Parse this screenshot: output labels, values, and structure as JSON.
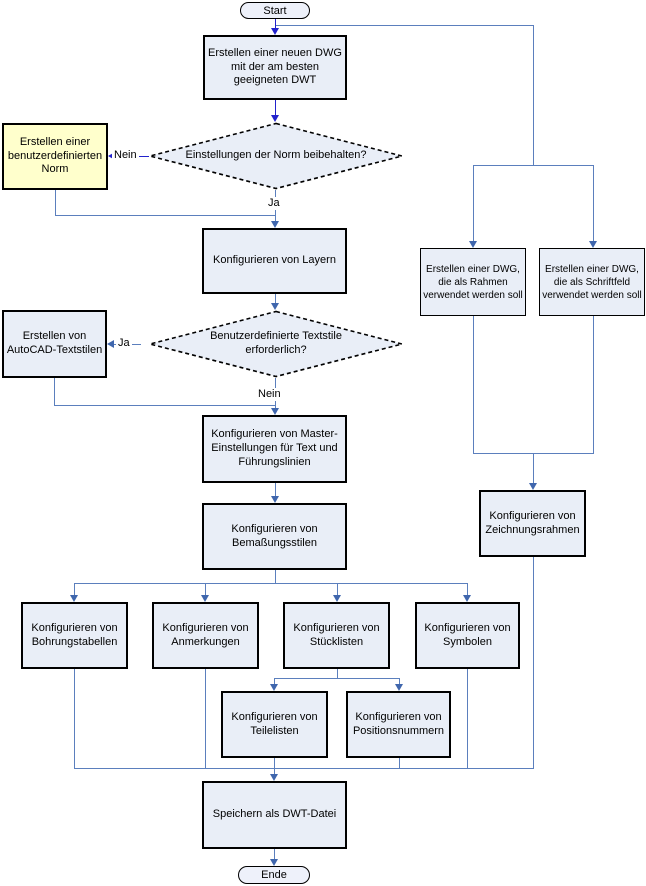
{
  "colors": {
    "node_fill": "#e9eef7",
    "node_border": "#000000",
    "highlight_fill": "#ffffcc",
    "connector_blue": "#5b7fbd",
    "connector_accent_blue": "#2222cc"
  },
  "nodes": {
    "start": {
      "label": "Start"
    },
    "new_dwg": {
      "label": "Erstellen einer neuen DWG mit der am besten geeigneten DWT"
    },
    "norm_decision": {
      "label": "Einstellungen der Norm beibehalten?"
    },
    "custom_norm": {
      "label": "Erstellen einer benutzerdefinierten Norm"
    },
    "layers": {
      "label": "Konfigurieren von Layern"
    },
    "textstyle_decision": {
      "label": "Benutzerdefinierte Textstile erforderlich?"
    },
    "autocad_textstyles": {
      "label": "Erstellen von AutoCAD-Textstilen"
    },
    "master_settings": {
      "label": "Konfigurieren von Master-Einstellungen für Text und Führungslinien"
    },
    "dimension_styles": {
      "label": "Konfigurieren von Bemaßungsstilen"
    },
    "hole_tables": {
      "label": "Konfigurieren von Bohrungstabellen"
    },
    "annotations": {
      "label": "Konfigurieren von Anmerkungen"
    },
    "bom_lists": {
      "label": "Konfigurieren von Stücklisten"
    },
    "symbols": {
      "label": "Konfigurieren von Symbolen"
    },
    "parts_lists": {
      "label": "Konfigurieren von Teilelisten"
    },
    "balloons": {
      "label": "Konfigurieren von Positionsnummern"
    },
    "save_dwt": {
      "label": "Speichern als DWT-Datei"
    },
    "end": {
      "label": "Ende"
    },
    "dwg_frame": {
      "label": "Erstellen einer DWG, die als Rahmen verwendet werden soll"
    },
    "dwg_titleblock": {
      "label": "Erstellen einer DWG, die als Schriftfeld verwendet werden soll"
    },
    "drawing_frames": {
      "label": "Konfigurieren von Zeichnungsrahmen"
    }
  },
  "edge_labels": {
    "norm_no": "Nein",
    "norm_yes": "Ja",
    "textstyle_yes": "Ja",
    "textstyle_no": "Nein"
  }
}
